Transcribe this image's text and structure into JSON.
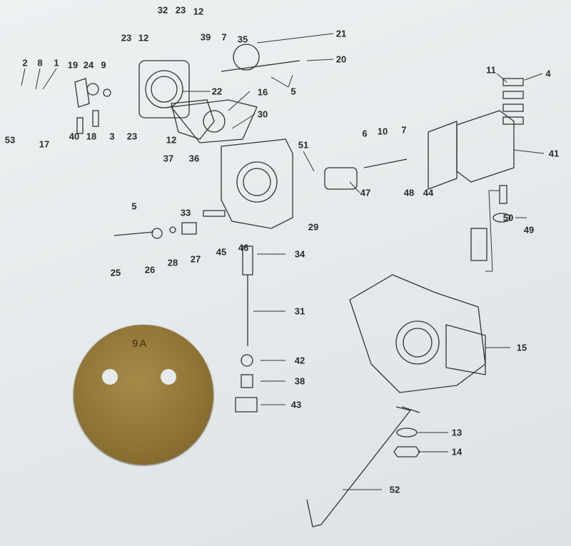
{
  "diagram": {
    "part_labels": [
      "32",
      "23",
      "12",
      "21",
      "23",
      "12",
      "39",
      "7",
      "35",
      "20",
      "2",
      "8",
      "1",
      "19",
      "24",
      "9",
      "11",
      "4",
      "5",
      "22",
      "16",
      "30",
      "12",
      "53",
      "17",
      "40",
      "18",
      "3",
      "23",
      "6",
      "10",
      "7",
      "51",
      "41",
      "36",
      "37",
      "48",
      "44",
      "47",
      "5",
      "33",
      "29",
      "50",
      "49",
      "25",
      "26",
      "28",
      "27",
      "45",
      "46",
      "34",
      "31",
      "15",
      "42",
      "38",
      "43",
      "13",
      "14",
      "52"
    ]
  },
  "brass_disc": {
    "stamp": "9A"
  }
}
